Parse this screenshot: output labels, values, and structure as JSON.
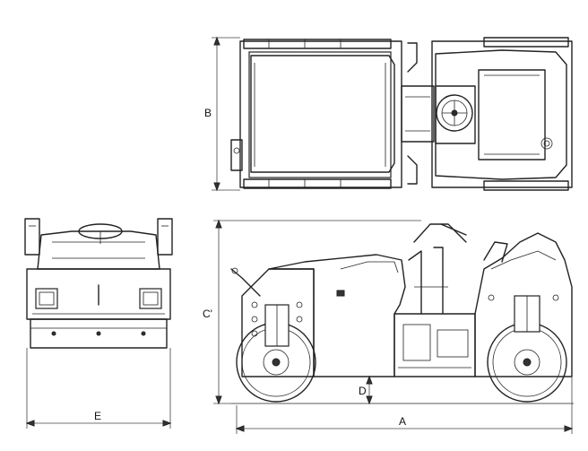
{
  "views": {
    "top_view": {
      "dimension_label": "B"
    },
    "front_view": {
      "dimension_label": "E"
    },
    "side_view": {
      "height_label": "C'",
      "length_label": "A",
      "clearance_label": "D"
    }
  },
  "colors": {
    "line": "#222222",
    "background": "#ffffff"
  }
}
